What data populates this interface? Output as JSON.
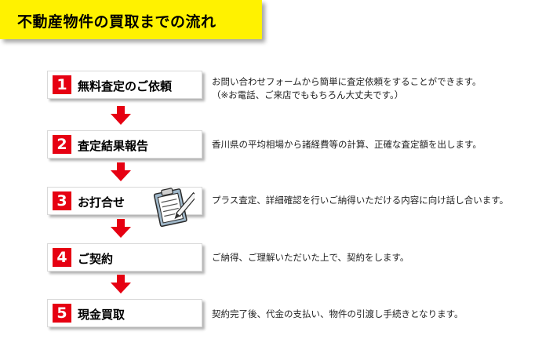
{
  "title": "不動産物件の買取までの流れ",
  "colors": {
    "title_bg": "#fff200",
    "accent": "#e60012"
  },
  "steps": [
    {
      "number": "1",
      "label": "無料査定のご依頼",
      "description": [
        "お問い合わせフォームから簡単に査定依頼をすることができます。",
        "（※お電話、ご来店でももちろん大丈夫です。）"
      ]
    },
    {
      "number": "2",
      "label": "査定結果報告",
      "description": [
        "香川県の平均相場から諸経費等の計算、正確な査定額を出します。"
      ]
    },
    {
      "number": "3",
      "label": "お打合せ",
      "icon": "clipboard-icon",
      "description": [
        "プラス査定、詳細確認を行いご納得いただける内容に向け話し合います。"
      ]
    },
    {
      "number": "4",
      "label": "ご契約",
      "description": [
        "ご納得、ご理解いただいた上で、契約をします。"
      ]
    },
    {
      "number": "5",
      "label": "現金買取",
      "description": [
        "契約完了後、代金の支払い、物件の引渡し手続きとなります。"
      ]
    }
  ]
}
